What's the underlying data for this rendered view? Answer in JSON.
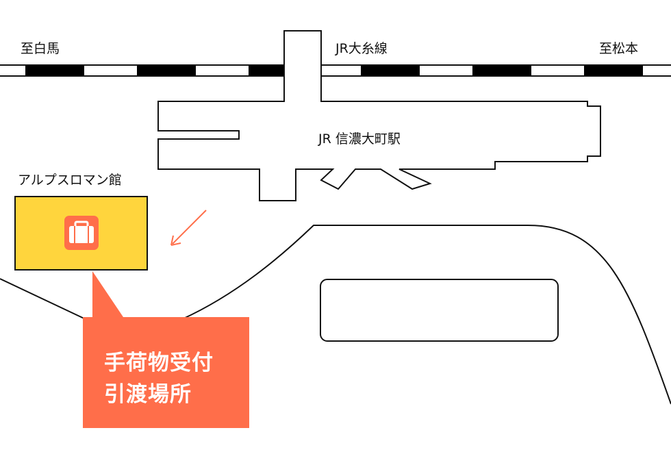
{
  "map": {
    "railway": {
      "west_label": "至白馬",
      "line_label": "JR大糸線",
      "east_label": "至松本"
    },
    "station": {
      "name": "JR 信濃大町駅"
    },
    "building": {
      "name": "アルプスロマン館",
      "icon": "luggage-icon"
    },
    "callout": {
      "line1": "手荷物受付",
      "line2": "引渡場所"
    },
    "colors": {
      "accent": "#FF6E4A",
      "building_fill": "#FFD53D",
      "rail_dark": "#000000",
      "outline": "#111111"
    }
  }
}
